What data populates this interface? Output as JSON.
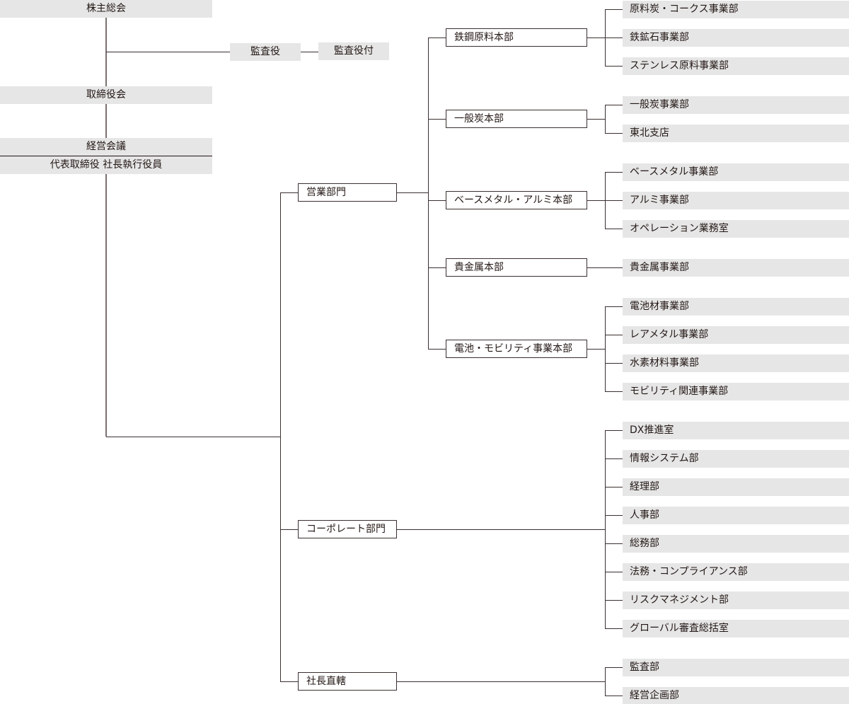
{
  "top": {
    "shareholders": "株主総会",
    "auditor": "監査役",
    "auditor_staff": "監査役付",
    "board": "取締役会",
    "management_meeting": "経営会議",
    "president": "代表取締役 社長執行役員"
  },
  "sales": {
    "label": "営業部門",
    "hq": [
      {
        "label": "鉄鋼原料本部",
        "depts": [
          "原料炭・コークス事業部",
          "鉄鉱石事業部",
          "ステンレス原料事業部"
        ]
      },
      {
        "label": "一般炭本部",
        "depts": [
          "一般炭事業部",
          "東北支店"
        ]
      },
      {
        "label": "ベースメタル・アルミ本部",
        "depts": [
          "ベースメタル事業部",
          "アルミ事業部",
          "オペレーション業務室"
        ]
      },
      {
        "label": "貴金属本部",
        "depts": [
          "貴金属事業部"
        ]
      },
      {
        "label": "電池・モビリティ事業本部",
        "depts": [
          "電池材事業部",
          "レアメタル事業部",
          "水素材料事業部",
          "モビリティ関連事業部"
        ]
      }
    ]
  },
  "corporate": {
    "label": "コーポレート部門",
    "depts": [
      "DX推進室",
      "情報システム部",
      "経理部",
      "人事部",
      "総務部",
      "法務・コンプライアンス部",
      "リスクマネジメント部",
      "グローバル審査総括室"
    ]
  },
  "direct": {
    "label": "社長直轄",
    "depts": [
      "監査部",
      "経営企画部"
    ]
  }
}
